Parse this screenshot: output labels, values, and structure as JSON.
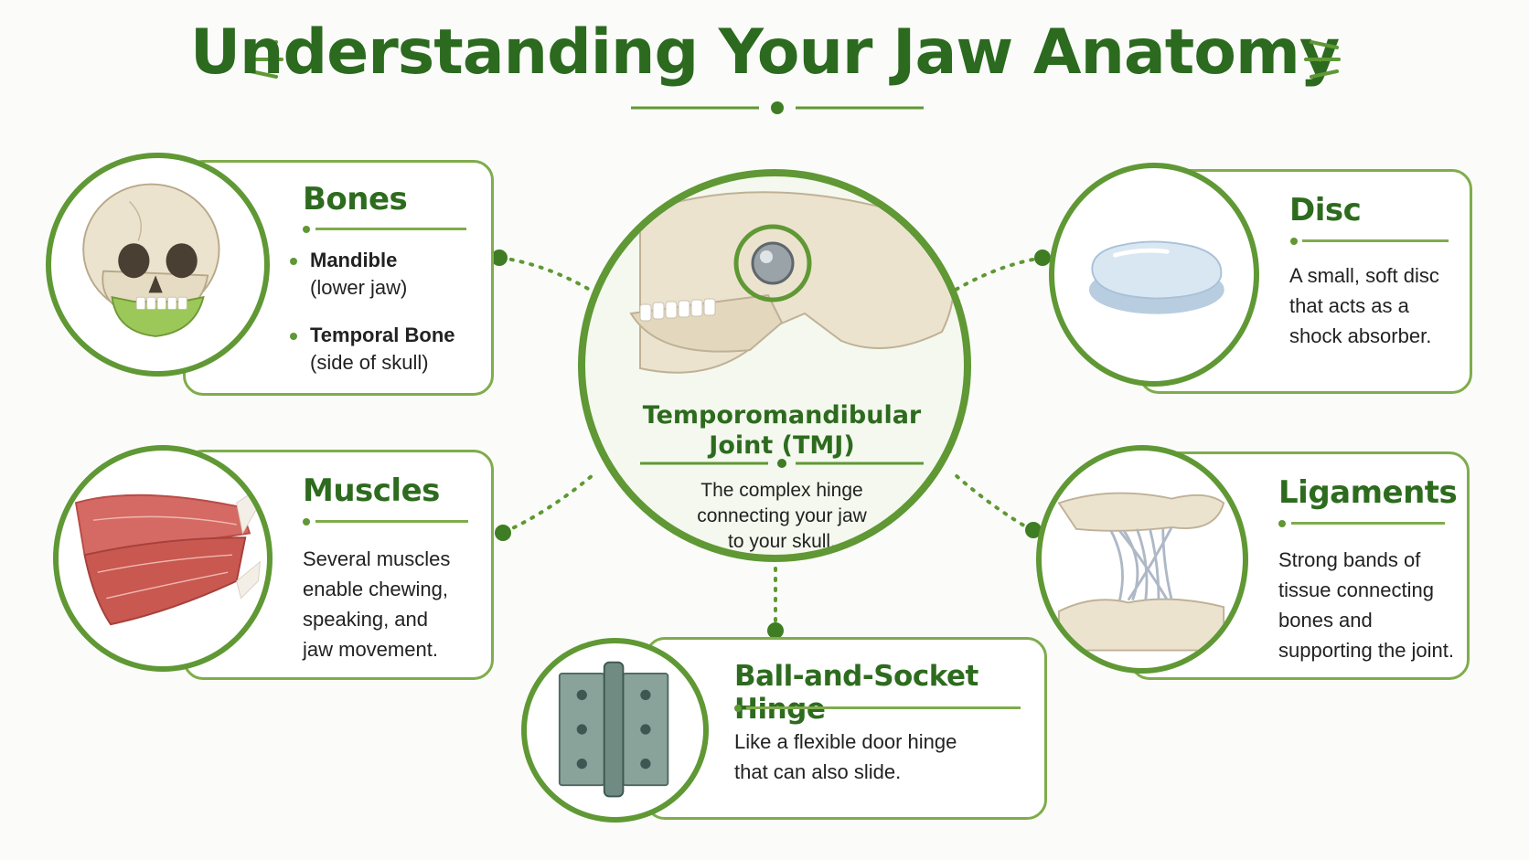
{
  "title": "Understanding Your Jaw Anatomy",
  "center": {
    "title_line1": "Temporomandibular",
    "title_line2": "Joint (TMJ)",
    "desc_line1": "The complex hinge",
    "desc_line2": "connecting your jaw",
    "desc_line3": "to your skull."
  },
  "bones": {
    "heading": "Bones",
    "items": [
      {
        "name": "Mandible",
        "desc": "(lower jaw)"
      },
      {
        "name": "Temporal Bone",
        "desc": "(side of skull)"
      }
    ]
  },
  "disc": {
    "heading": "Disc",
    "lines": [
      "A small, soft disc",
      "that acts as a",
      "shock absorber."
    ]
  },
  "muscles": {
    "heading": "Muscles",
    "lines": [
      "Several muscles",
      "enable chewing,",
      "speaking, and",
      "jaw movement."
    ]
  },
  "ligaments": {
    "heading": "Ligaments",
    "lines": [
      "Strong bands of",
      "tissue connecting",
      "bones and",
      "supporting the joint."
    ]
  },
  "hinge": {
    "heading": "Ball-and-Socket Hinge",
    "lines": [
      "Like a flexible door hinge",
      "that can also slide."
    ]
  },
  "colors": {
    "accent": "#5f9834",
    "heading": "#2d6b1e",
    "border": "#7fac4c"
  }
}
